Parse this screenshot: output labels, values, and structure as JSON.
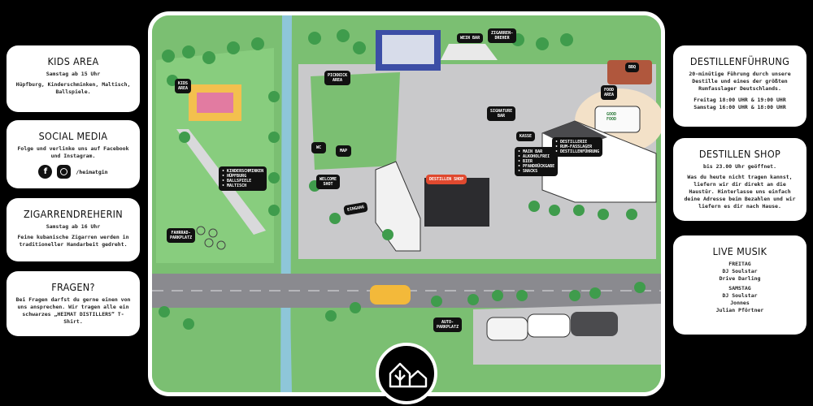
{
  "left_cards": {
    "kids": {
      "title": "KIDS AREA",
      "subtitle": "Samstag ab 15 Uhr",
      "text": "Hüpfburg, Kinderschminken, Maltisch, Ballspiele."
    },
    "social": {
      "title": "SOCIAL MEDIA",
      "text": "Folge und verlinke uns auf Facebook und Instagram.",
      "facebook_icon": "facebook-icon",
      "instagram_icon": "instagram-icon",
      "facebook_glyph": "f",
      "handle": "/heimatgin"
    },
    "cigar": {
      "title": "ZIGARRENDREHERIN",
      "subtitle": "Samstag ab 16 Uhr",
      "text": "Feine kubanische Zigarren werden in traditioneller Handarbeit gedreht."
    },
    "questions": {
      "title": "FRAGEN?",
      "text": "Bei Fragen darfst du gerne einen von uns ansprechen. Wir tragen alle ein schwarzes „HEIMAT DISTILLERS“ T-Shirt."
    }
  },
  "right_cards": {
    "tour": {
      "title": "DESTILLENFÜHRUNG",
      "text": "20-minütige Führung durch unsere Destille und eines der größten Rumfasslager Deutschlands.",
      "line1": "Freitag 18:00 UHR & 19:00 UHR",
      "line2": "Samstag 16:00 UHR & 18:00 UHR"
    },
    "shop": {
      "title": "DESTILLEN SHOP",
      "subtitle": "bis 23.00 Uhr geöffnet.",
      "text": "Was du heute nicht tragen kannst, liefern wir dir direkt an die Haustür. Hinterlasse uns einfach deine Adresse beim Bezahlen und wir liefern es dir nach Hause."
    },
    "music": {
      "title": "LIVE MUSIK",
      "friday_label": "FREITAG",
      "friday_acts": [
        "DJ Soulstar",
        "Drive Darling"
      ],
      "saturday_label": "SAMSTAG",
      "saturday_acts": [
        "DJ Soulstar",
        "Jonnes",
        "Julian Pförtner"
      ]
    }
  },
  "map": {
    "labels": {
      "kids_area": [
        "KIDS",
        "AREA"
      ],
      "picknick": [
        "PICKNICK",
        "AREA"
      ],
      "wein_bar": "WEIN BAR",
      "zigarrendreher": [
        "ZIGARREN-",
        "DREHER"
      ],
      "food_area": [
        "FOOD",
        "AREA"
      ],
      "good_food": [
        "GOOD",
        "FOOD"
      ],
      "signature_bar": [
        "SIGNATURE",
        "BAR"
      ],
      "kasse": "KASSE",
      "wc": "WC",
      "map": "MAP",
      "welcome_shot": [
        "WELCOME",
        "SHOT"
      ],
      "destillen_shop": "DESTILLEN SHOP",
      "eingang": "EINGANG",
      "fahrrad": [
        "FAHRRAD-",
        "PARKPLATZ"
      ],
      "auto": [
        "AUTO-",
        "PARKPLATZ"
      ],
      "bbq": "BBQ",
      "kids_list": [
        "• KINDERSCHMINKEN",
        "• HÜPFBURG",
        "• BALLSPIELE",
        "• MALTISCH"
      ],
      "bar_list": [
        "• MAIN BAR",
        "• ALKOHOLFREI",
        "• BIER",
        "• PFANDRÜCKGABE",
        "• SNACKS"
      ],
      "distillery_list": [
        "• DESTILLERIE",
        "• RUM-FASSLAGER",
        "• DESTILLENFÜHRUNG"
      ]
    },
    "logo": "heimat-distillers-logo",
    "colors": {
      "grass": "#7bbf72",
      "plaza": "#c9c9cb",
      "road": "#8a8a8f",
      "water": "#8ec6d9",
      "tree": "#3f9c4c",
      "sand": "#f3e1c8"
    }
  }
}
